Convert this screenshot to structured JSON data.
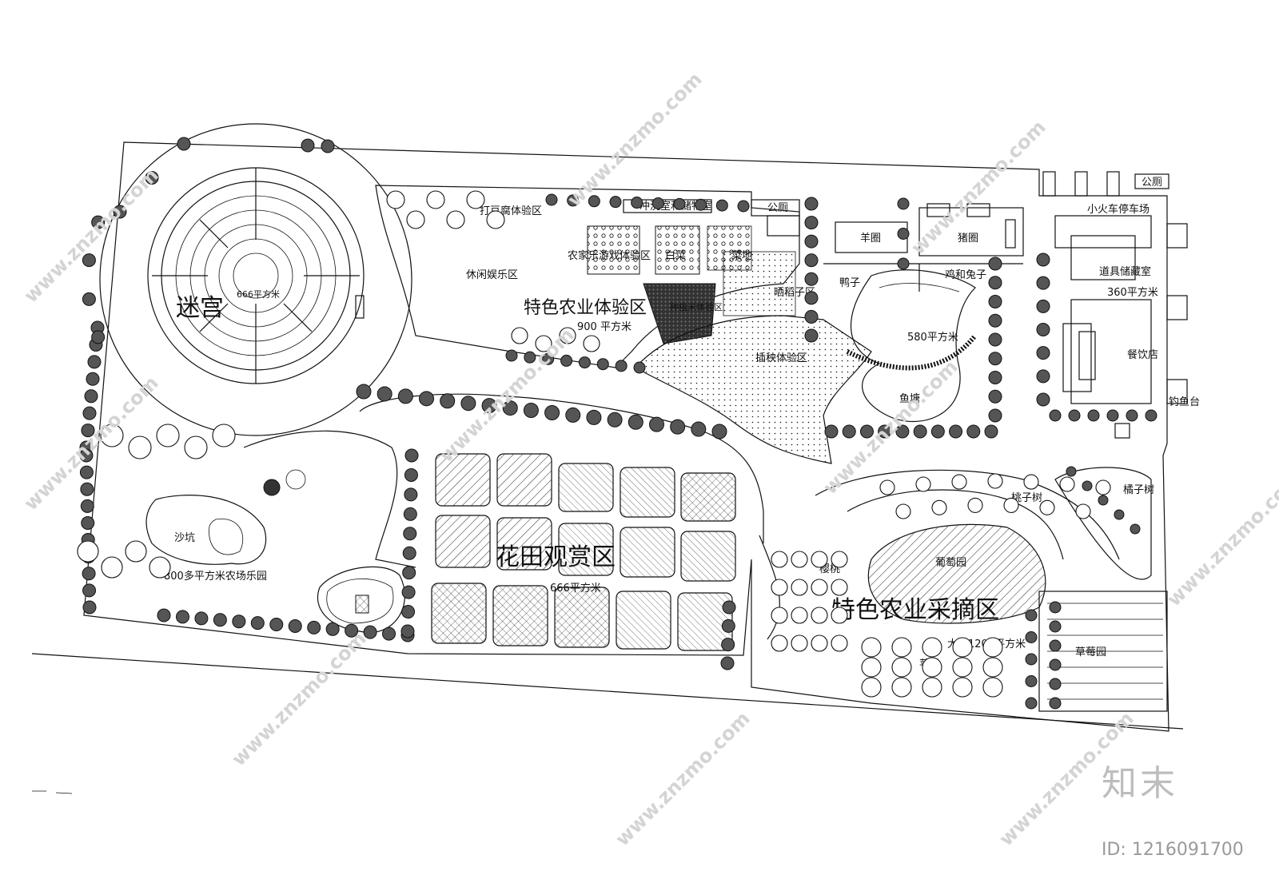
{
  "zones": {
    "maze": "迷宫",
    "maze_area": "666平方米",
    "tofu": "打豆腐体验区",
    "wash": "冲洗室和储物室",
    "toilet1": "公厕",
    "farmhouse": "农家乐游戏体验区",
    "leisure": "休闲娱乐区",
    "white_area": "白菜",
    "vegetable": "菜地",
    "drying": "晒稻子区",
    "agri_exp": "特色农业体验区",
    "agri_exp_area": "900 平方米",
    "rice_exp": "种植米体验区",
    "transplant": "插秧体验区",
    "sheep": "羊圈",
    "pig": "猪圈",
    "duck": "鸭子",
    "chicken": "鸡和兔子",
    "pond_area": "580平方米",
    "pond": "鱼塘",
    "train": "小火车停车场",
    "toilet2": "公厕",
    "storage": "道具储藏室",
    "storage_area": "360平方米",
    "restaurant": "餐饮店",
    "fishing": "钓鱼台",
    "sandpit": "沙坑",
    "farm_park": "800多平方米农场乐园",
    "flower": "花田观赏区",
    "flower_area": "666平方米",
    "peach": "桃子树",
    "orange": "橘子树",
    "cherry": "樱桃",
    "grape": "葡萄园",
    "picking": "特色农业采摘区",
    "picking_area": "大概1200平方米",
    "strawberry": "草莓园",
    "apple": "苹果"
  },
  "watermark": {
    "site": "www.znzmo.com",
    "brand": "知末",
    "id": "ID: 1216091700"
  },
  "colors": {
    "ink": "#111111",
    "watermark": "#d4d4d4",
    "paper": "#ffffff"
  }
}
